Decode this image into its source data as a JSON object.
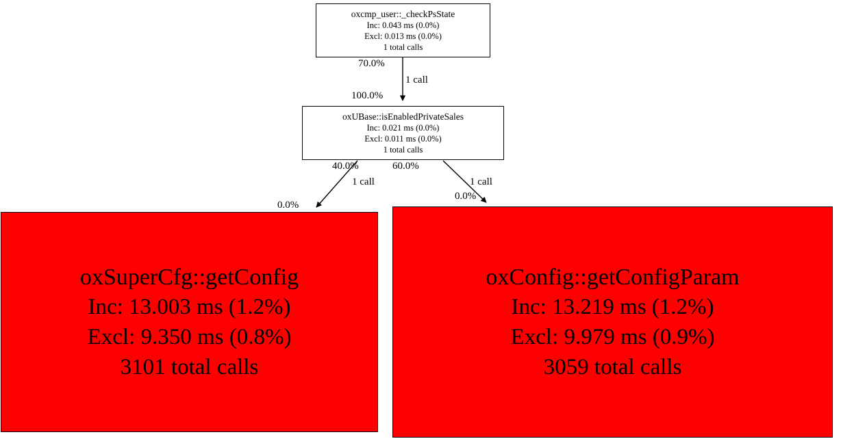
{
  "graph": {
    "type": "call-graph",
    "background": "#ffffff",
    "hot_node_color": "#ff0000",
    "nodes": [
      {
        "id": "root",
        "name": "oxcmp_user::_checkPsState",
        "inclusive": "Inc: 0.043 ms (0.0%)",
        "exclusive": "Excl: 0.013 ms (0.0%)",
        "calls": "1 total calls",
        "fill": "#ffffff",
        "inc_ms": 0.043,
        "inc_pct": 0.0,
        "excl_ms": 0.013,
        "excl_pct": 0.0,
        "total_calls": 1
      },
      {
        "id": "mid",
        "name": "oxUBase::isEnabledPrivateSales",
        "inclusive": "Inc: 0.021 ms (0.0%)",
        "exclusive": "Excl: 0.011 ms (0.0%)",
        "calls": "1 total calls",
        "fill": "#ffffff",
        "inc_ms": 0.021,
        "inc_pct": 0.0,
        "excl_ms": 0.011,
        "excl_pct": 0.0,
        "total_calls": 1
      },
      {
        "id": "supercfg",
        "name": "oxSuperCfg::getConfig",
        "inclusive": "Inc: 13.003 ms (1.2%)",
        "exclusive": "Excl: 9.350 ms (0.8%)",
        "calls": "3101 total calls",
        "fill": "#ff0000",
        "inc_ms": 13.003,
        "inc_pct": 1.2,
        "excl_ms": 9.35,
        "excl_pct": 0.8,
        "total_calls": 3101
      },
      {
        "id": "oxconfig",
        "name": "oxConfig::getConfigParam",
        "inclusive": "Inc: 13.219 ms (1.2%)",
        "exclusive": "Excl: 9.979 ms (0.9%)",
        "calls": "3059 total calls",
        "fill": "#ff0000",
        "inc_ms": 13.219,
        "inc_pct": 1.2,
        "excl_ms": 9.979,
        "excl_pct": 0.9,
        "total_calls": 3059
      }
    ],
    "edges": [
      {
        "id": "root-to-mid",
        "from": "root",
        "to": "mid",
        "tail_label": "70.0%",
        "mid_label": "1 call",
        "head_label": "100.0%"
      },
      {
        "id": "mid-to-supercfg",
        "from": "mid",
        "to": "supercfg",
        "tail_label": "40.0%",
        "mid_label": "1 call",
        "head_label": "0.0%"
      },
      {
        "id": "mid-to-oxconfig",
        "from": "mid",
        "to": "oxconfig",
        "tail_label": "60.0%",
        "mid_label": "1 call",
        "head_label": "0.0%"
      }
    ]
  }
}
